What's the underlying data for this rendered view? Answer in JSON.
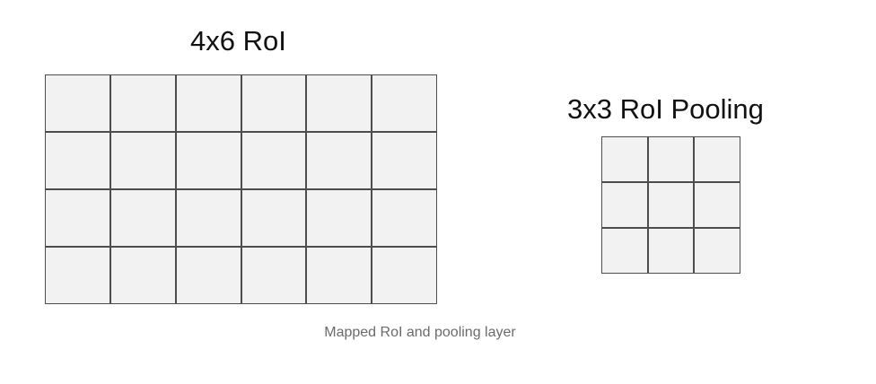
{
  "roi": {
    "title": "4x6 RoI",
    "rows": 4,
    "cols": 6
  },
  "pooling": {
    "title": "3x3 RoI Pooling",
    "rows": 3,
    "cols": 3
  },
  "caption": "Mapped RoI and pooling layer",
  "colors": {
    "cell_fill": "#f2f2f2",
    "grid_line": "#4d4d4d",
    "title_text": "#111111",
    "caption_text": "#6b6b6b"
  }
}
